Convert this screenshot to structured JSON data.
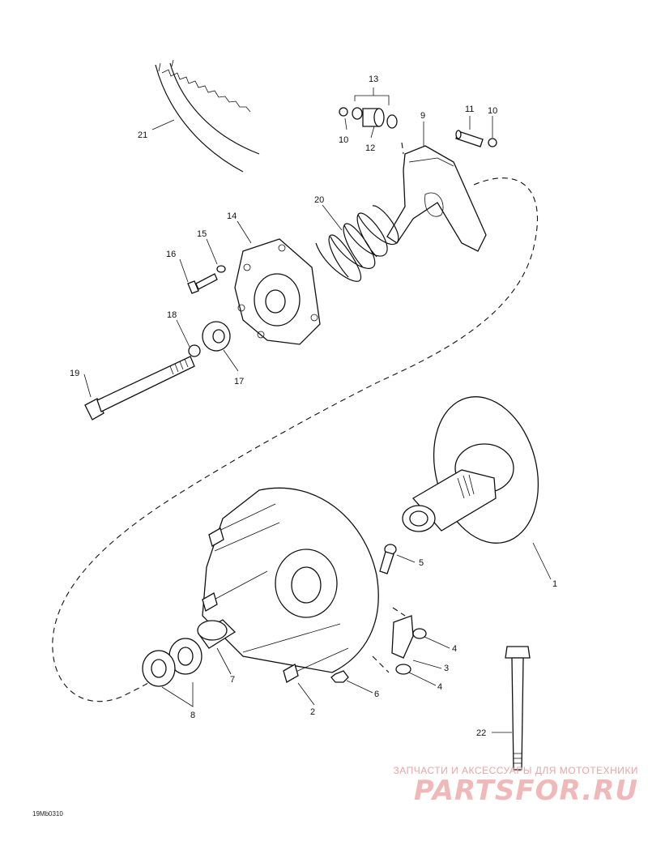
{
  "diagram": {
    "callouts": {
      "c1": "1",
      "c2": "2",
      "c3": "3",
      "c4a": "4",
      "c4b": "4",
      "c5": "5",
      "c6": "6",
      "c7": "7",
      "c8": "8",
      "c9": "9",
      "c10a": "10",
      "c10b": "10",
      "c11": "11",
      "c12": "12",
      "c13": "13",
      "c14": "14",
      "c15": "15",
      "c16": "16",
      "c17": "17",
      "c18": "18",
      "c19": "19",
      "c20": "20",
      "c21": "21",
      "c22": "22"
    },
    "doc_code": "19Mb0310"
  },
  "watermark": {
    "tagline": "ЗАПЧАСТИ И АКСЕССУАРЫ ДЛЯ МОТОТЕХНИКИ",
    "logo": "PARTSFOR.RU"
  }
}
